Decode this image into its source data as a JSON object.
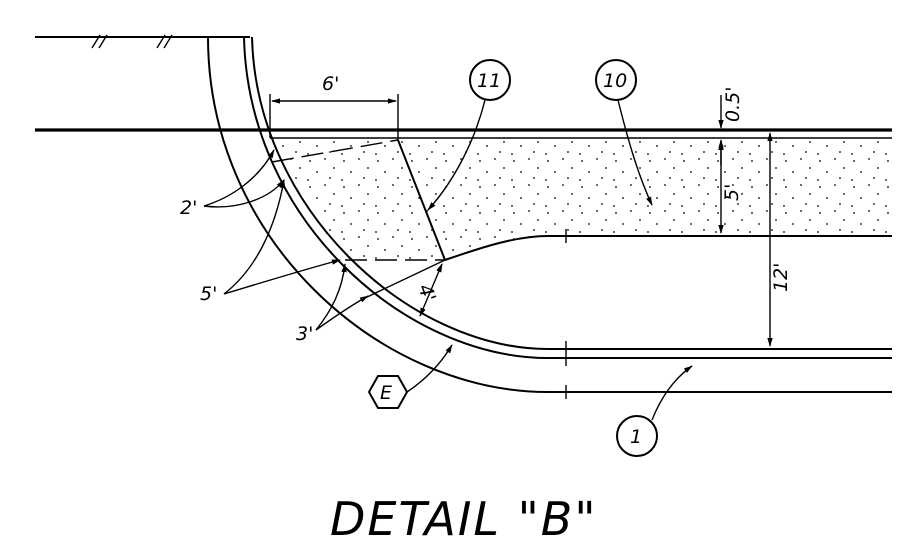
{
  "title": "DETAIL \"B\"",
  "callouts": {
    "c11": "11",
    "c10": "10",
    "c1": "1",
    "cE": "E"
  },
  "dimensions": {
    "top_width": "6'",
    "cover": "0.5'",
    "layer_depth": "5'",
    "total_depth": "12'",
    "slope_4": "4'",
    "left_2": "2'",
    "left_5": "5'",
    "left_3": "3'"
  },
  "colors": {
    "line": "#000000",
    "background": "#ffffff"
  }
}
